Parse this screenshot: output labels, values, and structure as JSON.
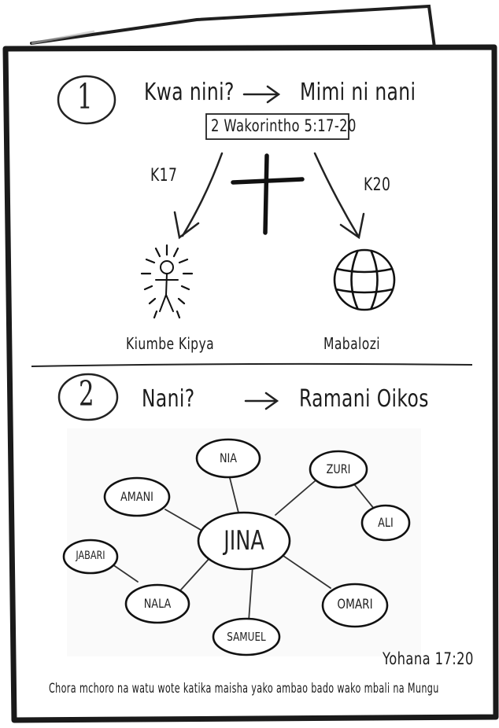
{
  "section1": {
    "number": "1",
    "left_text": "Kwa nini?",
    "arrow": "→",
    "right_text": "Mimi ni nani",
    "reference": "2 Wakorintho 5:17-20",
    "left_label": "K17",
    "right_label": "K20",
    "left_caption": "Kiumbe Kipya",
    "right_caption": "Mabalozi"
  },
  "section2": {
    "number": "2",
    "left_text": "Nani?",
    "arrow": "→",
    "right_text": "Ramani Oikos",
    "center_node": "JINA",
    "nodes": [
      "NIA",
      "ZURI",
      "AMANI",
      "ALI",
      "JABARI",
      "NALA",
      "SAMUEL",
      "OMARI"
    ],
    "reference": "Yohana 17:20",
    "footer": "Chora mchoro na watu wote katika maisha yako ambao bado wako mbali na Mungu"
  },
  "icons": [
    "cross-icon",
    "new-creature-icon",
    "globe-icon"
  ],
  "colors": {
    "ink": "#1c1c1c",
    "paper": "#ffffff"
  }
}
